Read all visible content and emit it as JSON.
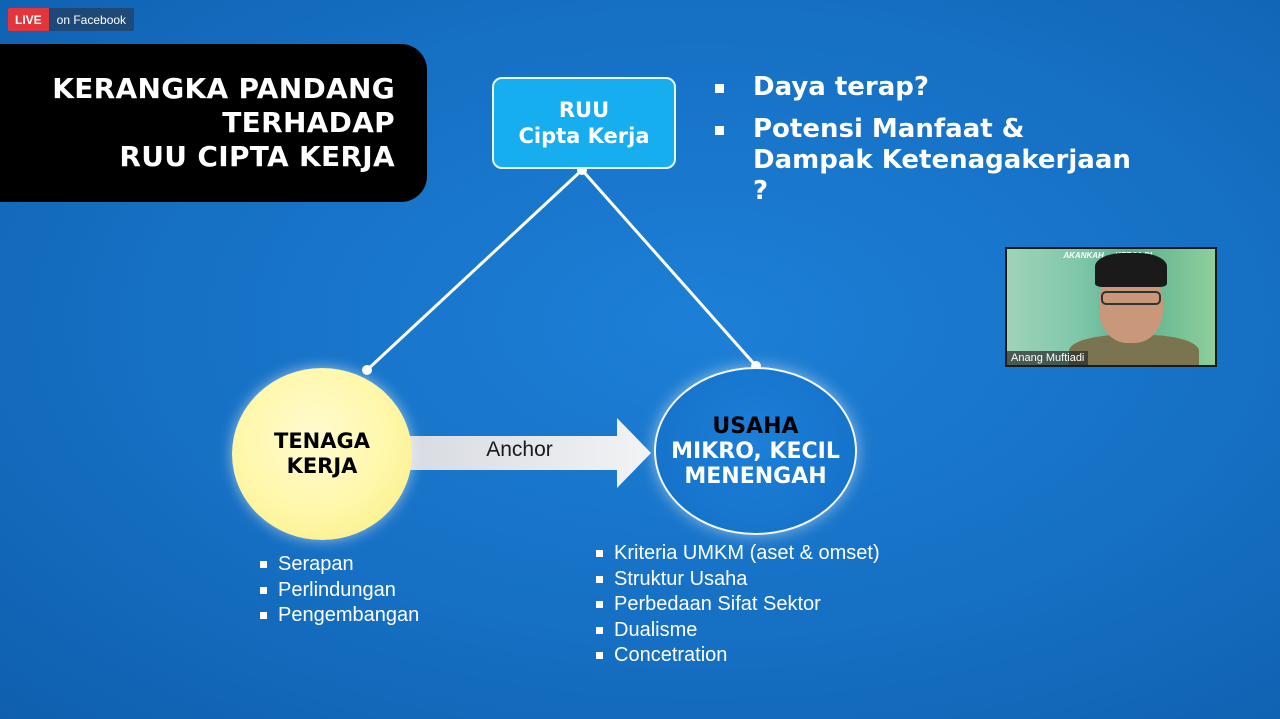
{
  "stream": {
    "live_label": "LIVE",
    "platform_label": "on Facebook"
  },
  "slide": {
    "title_lines": [
      "KERANGKA PANDANG",
      "TERHADAP",
      "RUU CIPTA KERJA"
    ],
    "ruu_box": [
      "RUU",
      "Cipta Kerja"
    ],
    "questions": [
      "Daya terap?",
      "Potensi Manfaat & Dampak Ketenagakerjaan ?"
    ],
    "left_circle": [
      "TENAGA",
      "KERJA"
    ],
    "right_circle": [
      "USAHA",
      "MIKRO, KECIL",
      "MENENGAH"
    ],
    "arrow_label": "Anchor",
    "left_list": [
      "Serapan",
      "Perlindungan",
      "Pengembangan"
    ],
    "right_list": [
      "Kriteria UMKM (aset & omset)",
      "Struktur Usaha",
      "Perbedaan Sifat Sektor",
      "Dualisme",
      "Concetration"
    ],
    "colors": {
      "background": "#1670c4",
      "ruu_box": "#16aeef",
      "left_circle": "#fff7a8",
      "live_badge": "#e3363c"
    }
  },
  "video": {
    "banner_text": "AKANKAH ... KERJA DI...",
    "participant_name": "Anang Muftiadi"
  }
}
